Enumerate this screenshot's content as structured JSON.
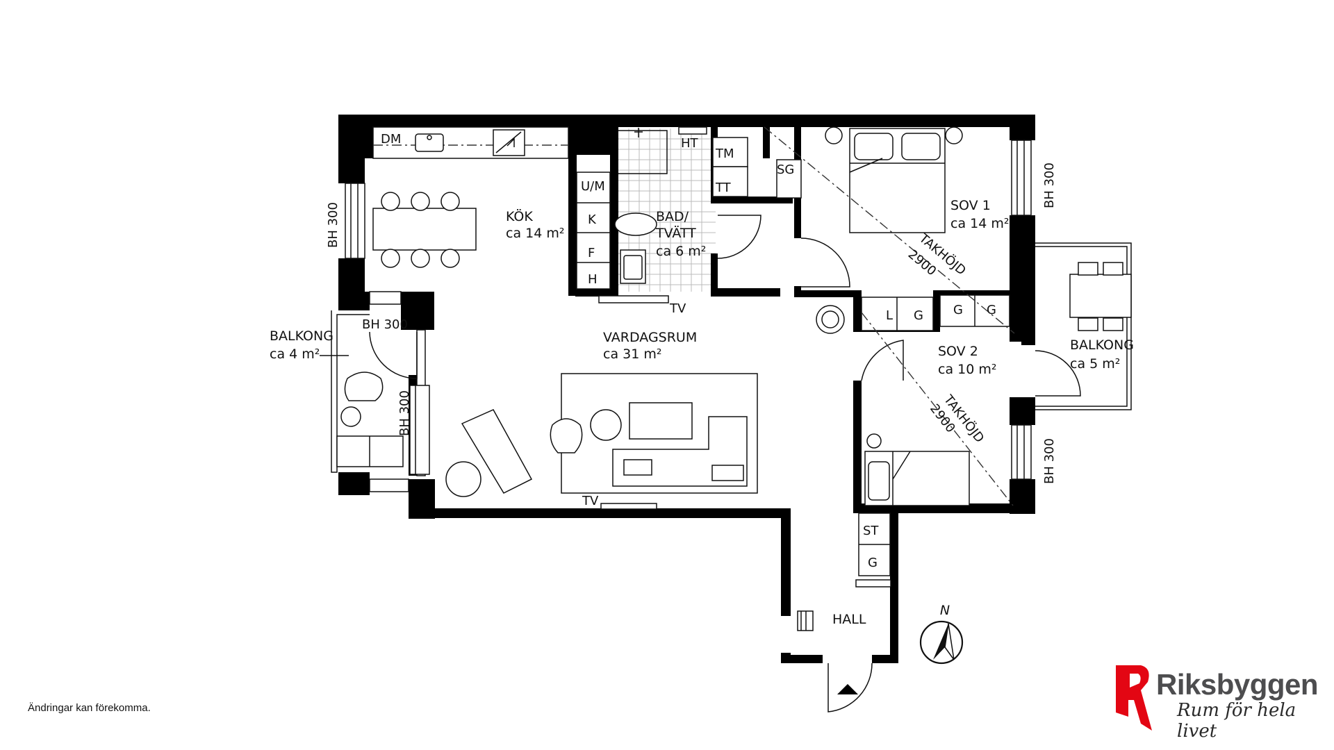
{
  "rooms": {
    "kok": {
      "name": "KÖK",
      "area": "ca 14 m²"
    },
    "bad": {
      "name1": "BAD/",
      "name2": "TVÄTT",
      "area": "ca 6 m²"
    },
    "vardagsrum": {
      "name": "VARDAGSRUM",
      "area": "ca 31 m²"
    },
    "sov1": {
      "name": "SOV 1",
      "area": "ca 14 m²"
    },
    "sov2": {
      "name": "SOV 2",
      "area": "ca 10 m²"
    },
    "balkong_west": {
      "name": "BALKONG",
      "area": "ca 4 m²"
    },
    "balkong_east": {
      "name": "BALKONG",
      "area": "ca 5 m²"
    },
    "hall": {
      "name": "HALL"
    }
  },
  "appliances": {
    "dm": "DM",
    "um": "U/M",
    "k": "K",
    "f": "F",
    "h": "H",
    "ht": "HT",
    "tm": "TM",
    "tt": "TT",
    "sg": "SG",
    "tv_bath": "TV",
    "tv_living": "TV",
    "l": "L",
    "g_sov2": "G",
    "g_sov1a": "G",
    "g_sov1b": "G",
    "st": "ST",
    "g_hall": "G"
  },
  "windows": {
    "bh_kok": "BH 300",
    "bh_balkong_top": "BH 300",
    "bh_balkong_side": "BH 300",
    "bh_sov1": "BH 300",
    "bh_sov2": "BH 300"
  },
  "ceiling": {
    "label": "TAKHÖJD",
    "value": "2900"
  },
  "compass": {
    "north": "N"
  },
  "footnote": "Ändringar kan förekomma.",
  "brand": {
    "name": "Riksbyggen",
    "slogan": "Rum för hela livet",
    "color": "#e30613"
  }
}
